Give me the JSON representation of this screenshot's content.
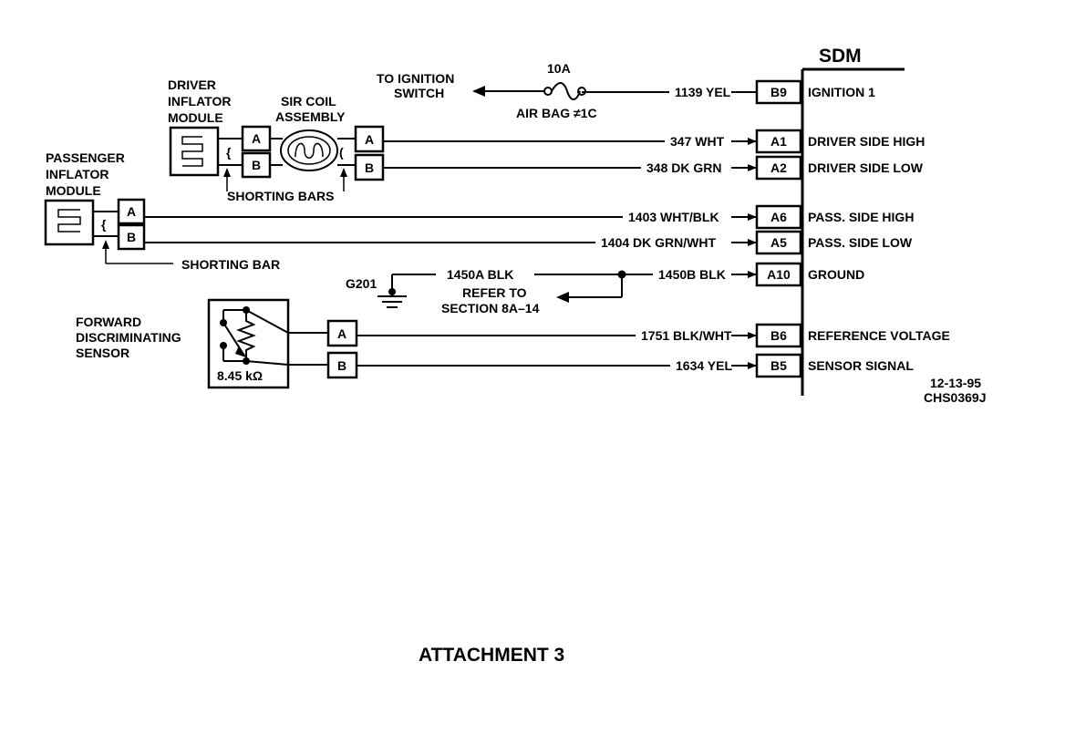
{
  "sdm": {
    "title": "SDM",
    "pins": [
      {
        "pin": "B9",
        "function": "IGNITION 1",
        "wire": "1139 YEL"
      },
      {
        "pin": "A1",
        "function": "DRIVER SIDE HIGH",
        "wire": "347 WHT"
      },
      {
        "pin": "A2",
        "function": "DRIVER SIDE LOW",
        "wire": "348 DK GRN"
      },
      {
        "pin": "A6",
        "function": "PASS. SIDE HIGH",
        "wire": "1403 WHT/BLK"
      },
      {
        "pin": "A5",
        "function": "PASS. SIDE LOW",
        "wire": "1404 DK GRN/WHT"
      },
      {
        "pin": "A10",
        "function": "GROUND",
        "wire": "1450B BLK"
      },
      {
        "pin": "B6",
        "function": "REFERENCE VOLTAGE",
        "wire": "1751 BLK/WHT"
      },
      {
        "pin": "B5",
        "function": "SENSOR SIGNAL",
        "wire": "1634 YEL"
      }
    ]
  },
  "ignition": {
    "dest_line1": "TO IGNITION",
    "dest_line2": "SWITCH",
    "fuse_rating": "10A",
    "fuse_name": "AIR BAG ≠1C"
  },
  "driver_module": {
    "line1": "DRIVER",
    "line2": "INFLATOR",
    "line3": "MODULE",
    "pin_a": "A",
    "pin_b": "B"
  },
  "sir_coil": {
    "line1": "SIR COIL",
    "line2": "ASSEMBLY",
    "pin_a": "A",
    "pin_b": "B"
  },
  "shorting_bars": "SHORTING BARS",
  "passenger_module": {
    "line1": "PASSENGER",
    "line2": "INFLATOR",
    "line3": "MODULE",
    "pin_a": "A",
    "pin_b": "B",
    "shorting_bar": "SHORTING BAR"
  },
  "ground": {
    "point": "G201",
    "wire": "1450A BLK",
    "refer_line1": "REFER TO",
    "refer_line2": "SECTION 8A–14"
  },
  "sensor": {
    "line1": "FORWARD",
    "line2": "DISCRIMINATING",
    "line3": "SENSOR",
    "resistance": "8.45 kΩ",
    "pin_a": "A",
    "pin_b": "B"
  },
  "revision": {
    "date": "12-13-95",
    "code": "CHS0369J"
  },
  "footer": {
    "caption": "ATTACHMENT 3"
  }
}
